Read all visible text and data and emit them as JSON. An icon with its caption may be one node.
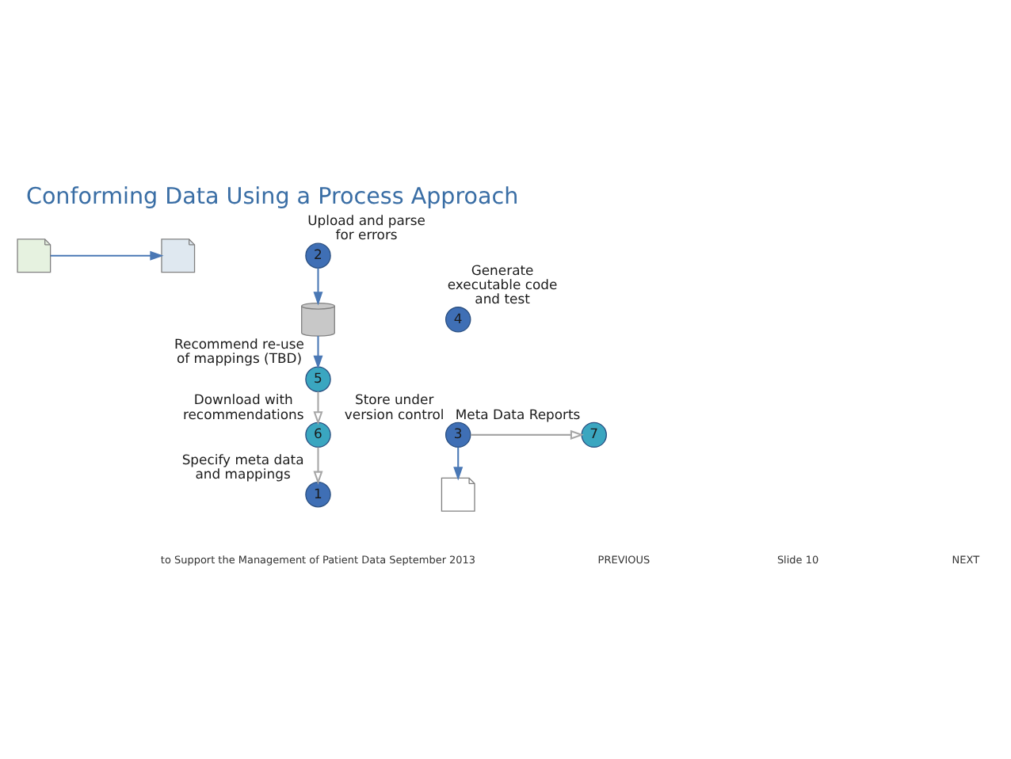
{
  "diagram": {
    "title": "Conforming Data Using a Process Approach",
    "nodes": [
      {
        "text": [],
        "shape": "picture"
      },
      {
        "text": [],
        "shape": "picture"
      },
      {
        "text": [
          "1"
        ],
        "beside": [
          "Specify meta data and mappings"
        ]
      },
      {
        "text": [
          "2"
        ],
        "beside": [
          "Upload and parse for errors"
        ]
      },
      {
        "text": [],
        "shape": "picture"
      },
      {
        "text": [
          "4"
        ],
        "beside": [
          "Generate executable code and test"
        ]
      },
      {
        "text": [
          "6"
        ],
        "beside": [
          "Download with recommendations"
        ]
      },
      {
        "text": [],
        "shape": "cylinder"
      },
      {
        "text": [
          "5"
        ],
        "beside": [
          "Recommend re-use of mappings (TBD)"
        ]
      },
      {
        "text": [
          "3"
        ],
        "beside": [
          "Store under version control"
        ]
      },
      {
        "text": [
          "7"
        ],
        "beside": [
          "Meta Data Reports"
        ]
      }
    ],
    "edges": [
      {
        "from": 0,
        "to": 1,
        "arrow": "to"
      },
      {
        "from": 3,
        "to": 7,
        "arrow": "to"
      },
      {
        "from": 7,
        "to": 8,
        "arrow": "to"
      },
      {
        "from": 8,
        "to": 6,
        "arrow": "to",
        "color": "#a6a6a6"
      },
      {
        "from": 6,
        "to": 2,
        "arrow": "to",
        "color": "#a6a6a6"
      },
      {
        "from": 9,
        "to": 4,
        "arrow": "to"
      },
      {
        "from": 9,
        "to": 10,
        "arrow": "to",
        "color": "#a6a6a6"
      }
    ],
    "labels": [
      "to Support the Management of Patient Data September 2013",
      "PREVIOUS",
      "Slide 10",
      "NEXT"
    ]
  }
}
